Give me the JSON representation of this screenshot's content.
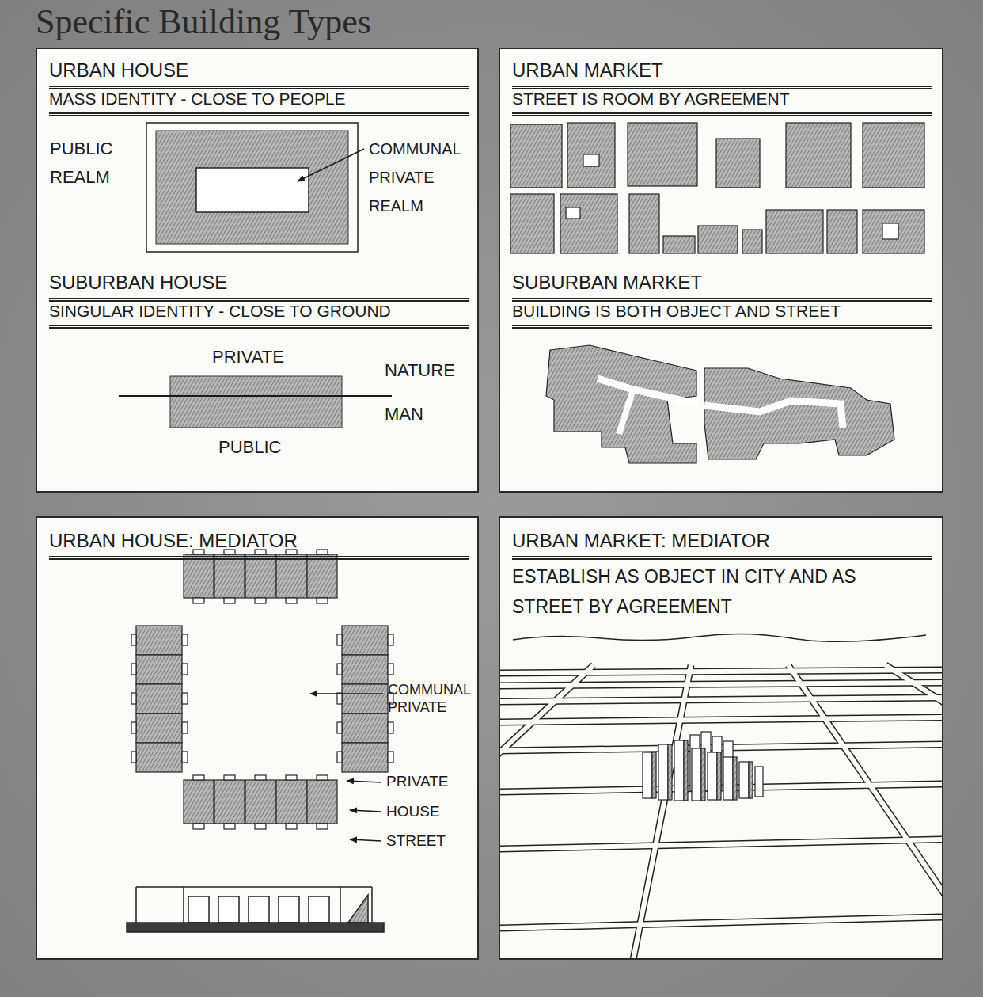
{
  "diagram": {
    "title": "Specific Building Types",
    "nodes": [
      {
        "text": [
          "URBAN HOUSE",
          "MASS IDENTITY - CLOSE TO PEOPLE",
          "SUBURBAN HOUSE",
          "SINGULAR IDENTITY - CLOSE TO GROUND"
        ]
      },
      {
        "text": [
          "URBAN MARKET",
          "STREET IS ROOM BY AGREEMENT",
          "SUBURBAN MARKET",
          "BUILDING IS BOTH OBJECT AND STREET"
        ]
      },
      {
        "text": [
          "URBAN HOUSE: MEDIATOR"
        ]
      },
      {
        "text": [
          "URBAN MARKET: MEDIATOR",
          "ESTABLISH AS OBJECT IN CITY AND AS STREET BY AGREEMENT"
        ]
      }
    ],
    "labels": [
      "PUBLIC REALM",
      "COMMUNAL PRIVATE REALM",
      "PRIVATE",
      "NATURE",
      "MAN",
      "PUBLIC",
      "COMMUNAL PRIVATE",
      "PRIVATE",
      "HOUSE",
      "STREET"
    ]
  }
}
